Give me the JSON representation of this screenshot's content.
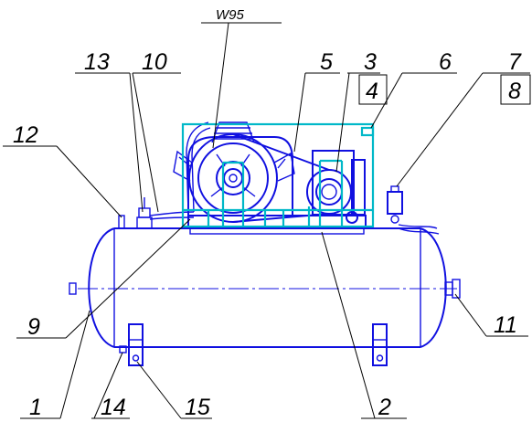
{
  "model_label": "W95",
  "callouts": {
    "c1": "1",
    "c2": "2",
    "c3": "3",
    "c4": "4",
    "c5": "5",
    "c6": "6",
    "c7": "7",
    "c8": "8",
    "c9": "9",
    "c10": "10",
    "c11": "11",
    "c12": "12",
    "c13": "13",
    "c14": "14",
    "c15": "15"
  },
  "colors": {
    "outline": "#1010e0",
    "guard": "#00b8c8",
    "leaders": "#000000"
  }
}
